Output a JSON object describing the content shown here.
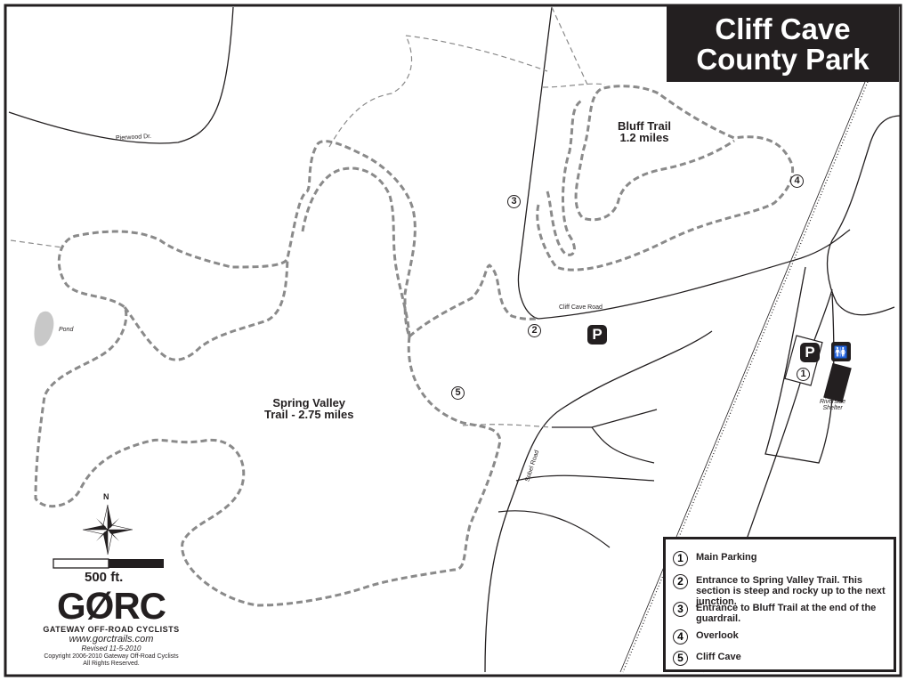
{
  "title": {
    "line1": "Cliff Cave",
    "line2": "County  Park"
  },
  "trails": {
    "bluff": {
      "name": "Bluff Trail",
      "length": "1.2 miles"
    },
    "spring_valley": {
      "name": "Spring Valley",
      "length": "Trail - 2.75 miles"
    }
  },
  "roads": {
    "pierwood": "Pierwood Dr.",
    "cliff_cave": "Cliff Cave Road",
    "sobel": "Sobel Road"
  },
  "features": {
    "pond": "Pond",
    "shelter_line1": "Riverside",
    "shelter_line2": "Shelter",
    "north": "N"
  },
  "markers": {
    "m1": "1",
    "m2": "2",
    "m3": "3",
    "m4": "4",
    "m5": "5",
    "parking": "P"
  },
  "legend": [
    {
      "num": "1",
      "text": "Main Parking"
    },
    {
      "num": "2",
      "text": "Entrance to Spring Valley Trail. This section is steep and rocky up to the next junction."
    },
    {
      "num": "3",
      "text": "Entrance to Bluff Trail at the end of the guardrail."
    },
    {
      "num": "4",
      "text": "Overlook"
    },
    {
      "num": "5",
      "text": "Cliff Cave"
    }
  ],
  "scale": {
    "label": "500 ft."
  },
  "credits": {
    "logo": "GØRC",
    "org": "GATEWAY OFF-ROAD CYCLISTS",
    "url": "www.gorctrails.com",
    "revised": "Revised 11-5-2010",
    "copyright": "Copyright 2006-2010 Gateway Off-Road Cyclists",
    "rights": "All Rights Reserved."
  },
  "colors": {
    "ink": "#231f20",
    "trail": "#8a8a8a",
    "pond": "#c8c8c8"
  }
}
